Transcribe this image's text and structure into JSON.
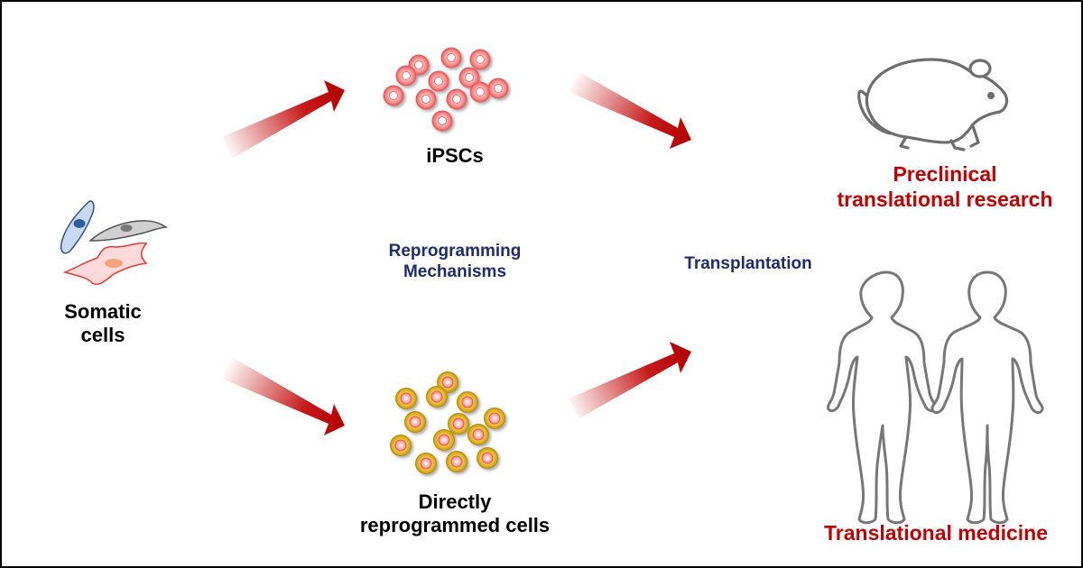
{
  "labels": {
    "somatic_line1": "Somatic",
    "somatic_line2": "cells",
    "ipscs": "iPSCs",
    "mechanisms_line1": "Reprogramming",
    "mechanisms_line2": "Mechanisms",
    "direct_line1": "Directly",
    "direct_line2": "reprogrammed cells",
    "transplantation": "Transplantation",
    "preclinical_line1": "Preclinical",
    "preclinical_line2": "translational research",
    "medicine": "Translational medicine"
  },
  "colors": {
    "arrow": "#c00000",
    "label_black": "#000000",
    "label_navy": "#1f2d6b",
    "label_red": "#c00000",
    "ipsc_cell": "#ff8a8a",
    "direct_cell_outer": "#e7b928",
    "direct_cell_inner": "#ff9a9a",
    "outline_gray": "#777777"
  },
  "icons": [
    "somatic-cells-icon",
    "ipsc-cluster-icon",
    "direct-cell-cluster-icon",
    "mouse-icon",
    "human-silhouette-icon"
  ]
}
